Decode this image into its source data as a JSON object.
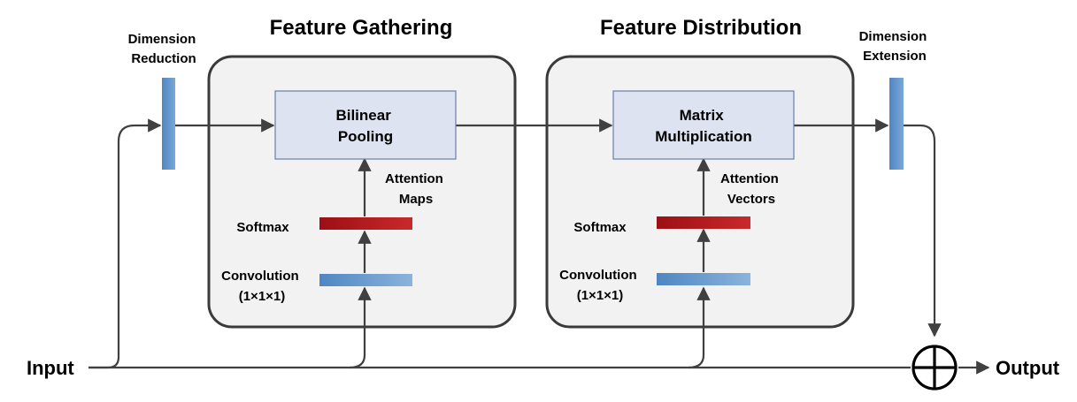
{
  "titles": {
    "gathering": "Feature Gathering",
    "distribution": "Feature Distribution"
  },
  "side_labels": {
    "reduction": [
      "Dimension",
      "Reduction"
    ],
    "extension": [
      "Dimension",
      "Extension"
    ]
  },
  "boxes": {
    "bilinear": [
      "Bilinear",
      "Pooling"
    ],
    "matrix": [
      "Matrix",
      "Multiplication"
    ]
  },
  "gathering": {
    "attention": [
      "Attention",
      "Maps"
    ],
    "softmax": "Softmax",
    "convolution": [
      "Convolution",
      "(1×1×1)"
    ]
  },
  "distribution": {
    "attention": [
      "Attention",
      "Vectors"
    ],
    "softmax": "Softmax",
    "convolution": [
      "Convolution",
      "(1×1×1)"
    ]
  },
  "io": {
    "input": "Input",
    "output": "Output"
  },
  "colors": {
    "softmax_bar": "#b01818",
    "conv_bar": "#5b8fc7",
    "side_bar": "#5b8fc7",
    "panel_fill": "#f2f2f2",
    "box_fill": "#dde3f0",
    "wire": "#404040"
  },
  "icons": {
    "sum": "circle-plus-icon"
  }
}
